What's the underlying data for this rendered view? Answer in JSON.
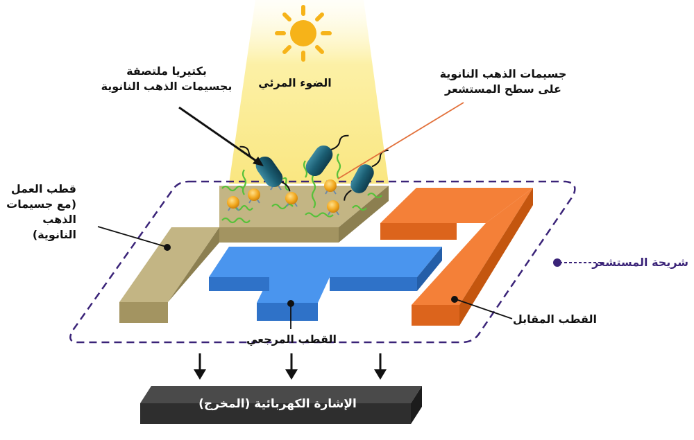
{
  "labels": {
    "visible_light": "الضوء المرئي",
    "bacteria": "بكتيريا ملتصقة\nبجسيمات الذهب النانوية",
    "gold_nanoparticles": "جسيمات الذهب النانوية\nعلى سطح المستشعر",
    "working_electrode": "قطب العمل\n(مع جسيمات الذهب\nالنانوية)",
    "sensor_chip": "شريحة المستشعر",
    "counter_electrode": "القطب المقابل",
    "reference_electrode": "القطب المرجعي",
    "output_signal": "الإشارة الكهربائية (المخرج)"
  },
  "colors": {
    "light_beam": "#fbe98a",
    "sun": "#f6b319",
    "working_electrode": "#b3a673",
    "reference_electrode": "#3a86e6",
    "counter_electrode": "#f0732a",
    "signal_bar": "#2e2e2e",
    "chip_outline": "#3a2378",
    "bacteria": "#1b5e73",
    "nanoparticle": "#f2a81e",
    "linker": "#57c13a",
    "gold_pointer": "#e2703a"
  }
}
